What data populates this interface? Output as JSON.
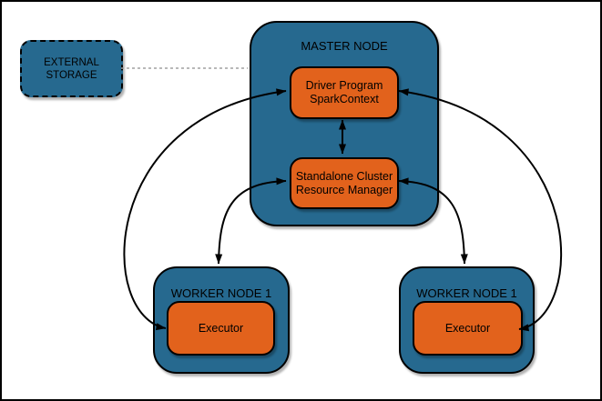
{
  "colors": {
    "background": "#ffffff",
    "frame_border": "#000000",
    "node_fill": "#26698f",
    "node_border": "#000000",
    "component_fill": "#e2621c",
    "component_border": "#000000",
    "arrow": "#000000",
    "dashed_connector": "#a0a0a0",
    "text": "#000000"
  },
  "nodes": {
    "external_storage": {
      "line1": "EXTERNAL",
      "line2": "STORAGE"
    },
    "master_node": {
      "title": "MASTER NODE"
    },
    "driver_program": {
      "line1": "Driver Program",
      "line2": "SparkContext"
    },
    "resource_manager": {
      "line1": "Standalone Cluster",
      "line2": "Resource Manager"
    },
    "worker_node_left": {
      "title": "WORKER NODE 1",
      "executor_label": "Executor"
    },
    "worker_node_right": {
      "title": "WORKER NODE 1",
      "executor_label": "Executor"
    }
  },
  "connections": [
    {
      "from": "external-storage",
      "to": "master-node",
      "style": "dashed",
      "arrows": "none"
    },
    {
      "from": "driver-program",
      "to": "resource-manager",
      "style": "solid",
      "arrows": "both"
    },
    {
      "from": "driver-program",
      "to": "executor-left",
      "style": "solid",
      "arrows": "both"
    },
    {
      "from": "driver-program",
      "to": "executor-right",
      "style": "solid",
      "arrows": "both"
    },
    {
      "from": "resource-manager",
      "to": "worker-node-left",
      "style": "solid",
      "arrows": "both"
    },
    {
      "from": "resource-manager",
      "to": "worker-node-right",
      "style": "solid",
      "arrows": "both"
    }
  ]
}
